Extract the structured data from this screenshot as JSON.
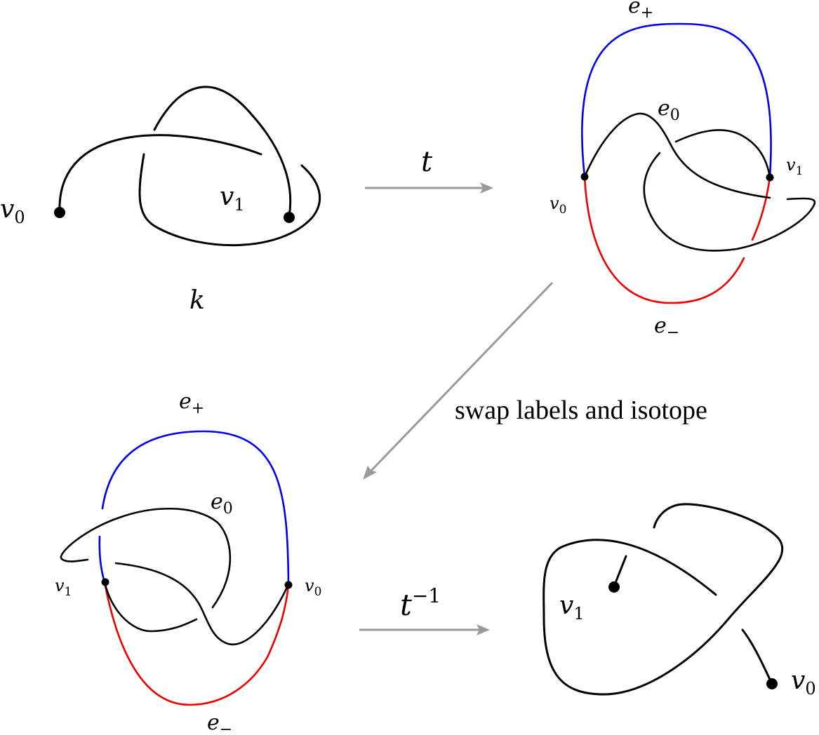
{
  "colors": {
    "strand": "#000000",
    "positive_edge": "#0000ee",
    "negative_edge": "#ee0000",
    "arrow": "#9a9a9a"
  },
  "panel_k": {
    "vertex_left": {
      "base": "v",
      "sub": "0"
    },
    "vertex_inner": {
      "base": "v",
      "sub": "1"
    },
    "knot_name": "k"
  },
  "arrow_top": {
    "label": "t"
  },
  "panel_t": {
    "edge_plus": {
      "base": "e",
      "sub": "+"
    },
    "edge_zero": {
      "base": "e",
      "sub": "0"
    },
    "edge_minus": {
      "base": "e",
      "sub": "−"
    },
    "vertex_left": {
      "base": "v",
      "sub": "0"
    },
    "vertex_right": {
      "base": "v",
      "sub": "1"
    }
  },
  "arrow_diag": {
    "caption": "swap labels and isotope"
  },
  "panel_swapped": {
    "edge_plus": {
      "base": "e",
      "sub": "+"
    },
    "edge_zero": {
      "base": "e",
      "sub": "0"
    },
    "edge_minus": {
      "base": "e",
      "sub": "−"
    },
    "vertex_left": {
      "base": "v",
      "sub": "1"
    },
    "vertex_right": {
      "base": "v",
      "sub": "0"
    }
  },
  "arrow_bottom": {
    "label_base": "t",
    "label_sup": "−1"
  },
  "panel_result": {
    "vertex_inner": {
      "base": "v",
      "sub": "1"
    },
    "vertex_end": {
      "base": "v",
      "sub": "0"
    }
  }
}
